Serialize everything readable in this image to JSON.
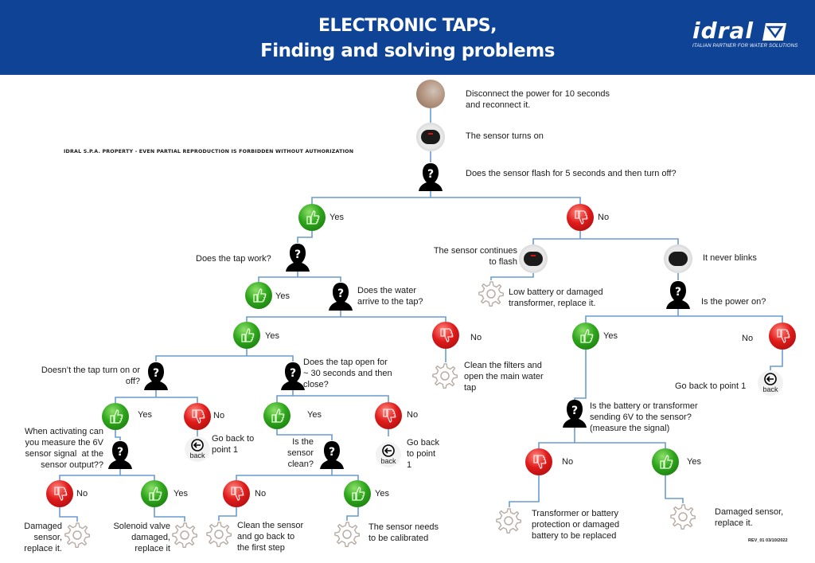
{
  "header": {
    "title_line1": "ELECTRONIC TAPS,",
    "title_line2": "Finding and solving problems",
    "logo_text": "idral",
    "logo_tagline": "ITALIAN PARTNER FOR WATER SOLUTIONS",
    "brand_color": "#0f4396"
  },
  "notice": "IDRAL S.P.A. PROPERTY - EVEN PARTIAL REPRODUCTION IS FORBIDDEN WITHOUT AUTHORIZATION",
  "revision": "REV_01 03/10/2022",
  "colors": {
    "yes": "#2ea51c",
    "no": "#e01b1b",
    "connector": "#6a9bd1",
    "gear": "#b8ada4"
  },
  "flow": {
    "step1": "Disconnect the power for 10 seconds\nand reconnect it.",
    "step2": "The sensor turns on",
    "q_flash": "Does the sensor flash for 5 seconds and then turn off?",
    "yes": "Yes",
    "no": "No",
    "q_tap_work": "Does the tap work?",
    "q_water_arrive": "Does the water\narrive to the tap?",
    "sol_clean_filters": "Clean the filters and\nopen the main water\ntap",
    "q_turn_on_off": "Doesn’t the tap turn on or\noff?",
    "q_open_30": "Does the tap open for\n~ 30 seconds and then\nclose?",
    "q_measure_6v": "When activating can\nyou measure the 6V\nsensor signal  at the\nsensor output??",
    "go_back_1a": "Go back to\npoint 1",
    "q_sensor_clean": "Is the\nsensor\nclean?",
    "go_back_1b": "Go back\nto point\n1",
    "sol_damaged_sensor_a": "Damaged\nsensor,\nreplace it.",
    "sol_solenoid": "Solenoid valve\ndamaged,\nreplace it",
    "sol_clean_sensor": "Clean the sensor\nand go back to\nthe first step",
    "sol_calibrate": "The sensor needs\nto be calibrated",
    "sensor_flashing": "The sensor continues\nto flash",
    "never_blinks": "It never blinks",
    "sol_low_battery": "Low battery or damaged\ntransformer, replace it.",
    "q_power_on": "Is the power on?",
    "go_back_1c": "Go back to point 1",
    "q_battery_6v": "Is the battery or transformer\nsending 6V to the sensor?\n(measure the signal)",
    "sol_transformer": "Transformer or battery\nprotection or damaged\nbattery to be replaced",
    "sol_damaged_sensor_b": "Damaged sensor,\nreplace it.",
    "back_label": "back"
  }
}
